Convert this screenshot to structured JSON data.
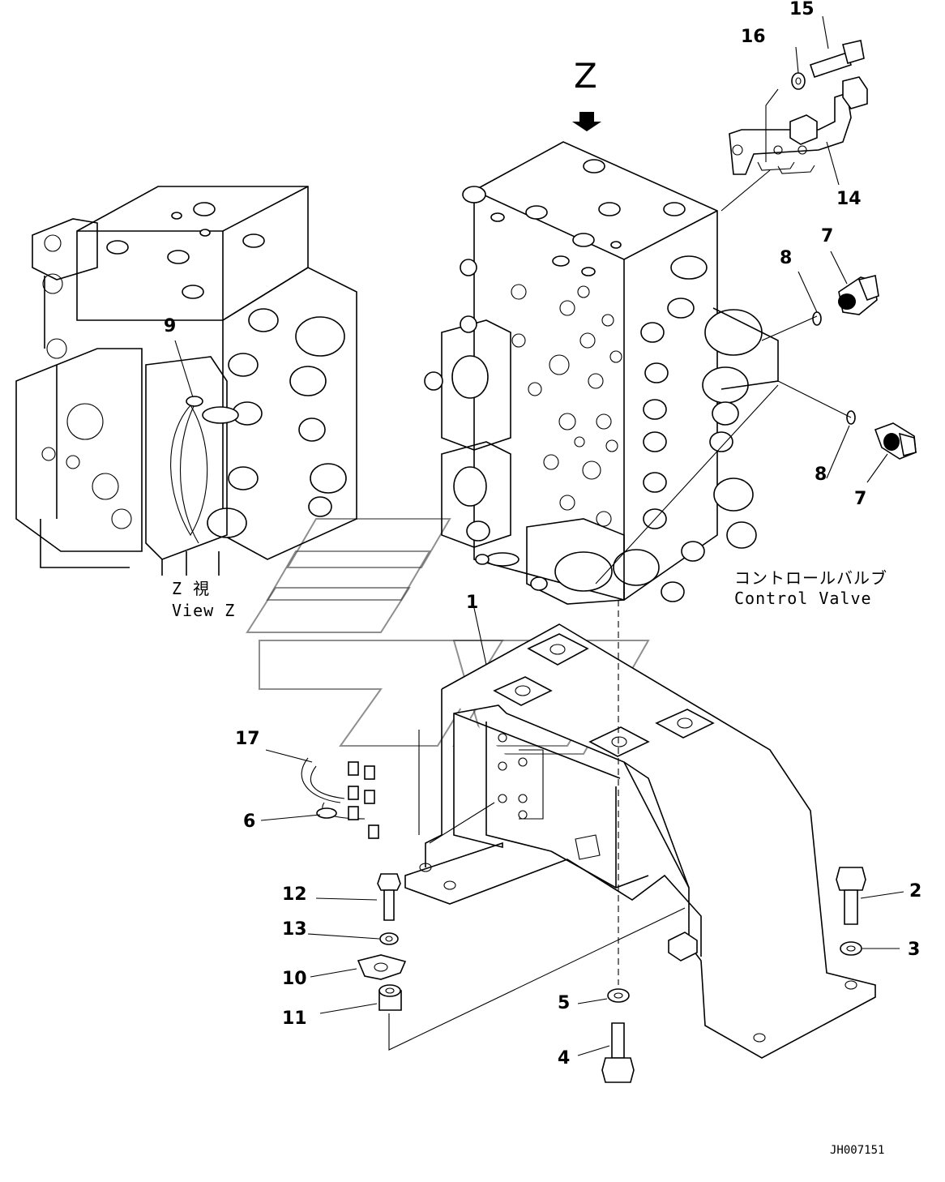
{
  "view_direction_letter": "Z",
  "view_caption_jp": "Z 視",
  "view_caption_en": "View Z",
  "assembly_label_jp": "コントロールバルブ",
  "assembly_label_en": "Control Valve",
  "drawing_code": "JH007151",
  "callouts": {
    "c1": "1",
    "c2": "2",
    "c3": "3",
    "c4": "4",
    "c5": "5",
    "c6": "6",
    "c7a": "7",
    "c7b": "7",
    "c8a": "8",
    "c8b": "8",
    "c9": "9",
    "c10": "10",
    "c11": "11",
    "c12": "12",
    "c13": "13",
    "c14": "14",
    "c15": "15",
    "c16": "16",
    "c17": "17"
  }
}
